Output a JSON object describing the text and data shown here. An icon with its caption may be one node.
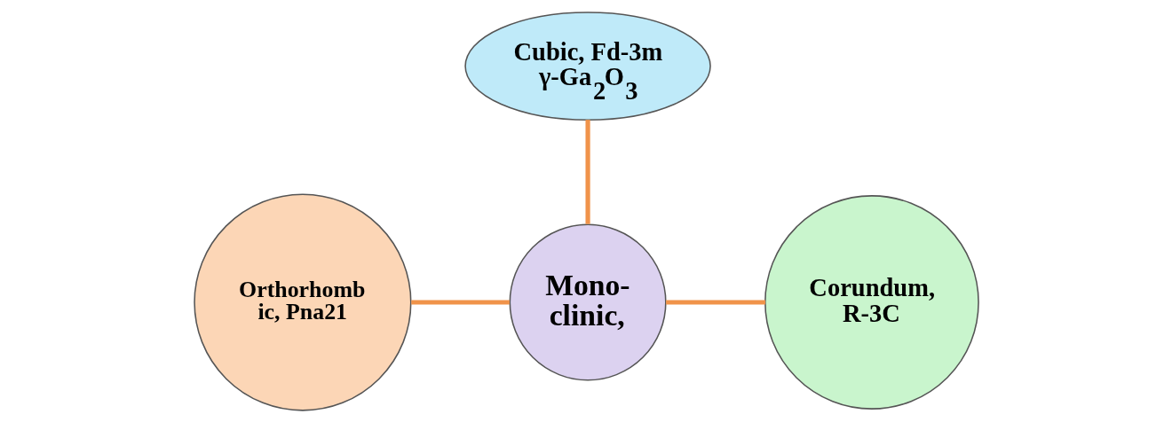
{
  "diagram": {
    "nodes": [
      {
        "text": [
          "Cubic, Fd-3m",
          "γ-Ga$_{2}$O$_{3}$"
        ]
      },
      {
        "text": [
          "Orthorhomb ic, Pna21"
        ]
      },
      {
        "text": [
          "Mono- clinic,"
        ]
      },
      {
        "text": [
          "Corundum, R-3C"
        ]
      }
    ],
    "edges": [
      {
        "from": 0,
        "to": 2,
        "arrow": "none"
      },
      {
        "from": 1,
        "to": 2,
        "arrow": "none"
      },
      {
        "from": 2,
        "to": 3,
        "arrow": "none"
      }
    ]
  }
}
